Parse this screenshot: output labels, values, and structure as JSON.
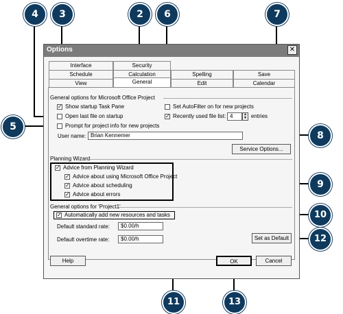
{
  "window": {
    "title": "Options"
  },
  "tabs_row1": [
    "Interface",
    "Security"
  ],
  "tabs_row2": [
    "Schedule",
    "Calculation",
    "Spelling",
    "Save"
  ],
  "tabs_row3": [
    "View",
    "General",
    "Edit",
    "Calendar"
  ],
  "general": {
    "section_title": "General options for Microsoft Office Project",
    "show_startup_task_pane": "Show startup Task Pane",
    "open_last_file": "Open last file on startup",
    "prompt_project_info": "Prompt for project info for new projects",
    "set_autofilter": "Set AutoFilter on for new projects",
    "recently_used": "Recently used file list:",
    "recent_count": "4",
    "entries": "entries",
    "user_name_label": "User name:",
    "user_name_value": "Brian Kennemer",
    "service_options": "Service Options..."
  },
  "wizard": {
    "section_title": "Planning Wizard",
    "advice_from": "Advice from Planning Wizard",
    "advice_using": "Advice about using Microsoft Office Project",
    "advice_scheduling": "Advice about scheduling",
    "advice_errors": "Advice about errors"
  },
  "project": {
    "section_title": "General options for 'Project1'",
    "auto_add": "Automatically add new resources and tasks",
    "std_rate_label": "Default standard rate:",
    "std_rate_value": "$0.00/h",
    "ot_rate_label": "Default overtime rate:",
    "ot_rate_value": "$0.00/h",
    "set_default": "Set as Default"
  },
  "buttons": {
    "help": "Help",
    "ok": "OK",
    "cancel": "Cancel"
  },
  "callouts": [
    "2",
    "3",
    "4",
    "5",
    "6",
    "7",
    "8",
    "9",
    "10",
    "11",
    "12",
    "13"
  ],
  "colors": {
    "callout": "#0f3a5e",
    "titlebar": "#7c7c7c"
  }
}
